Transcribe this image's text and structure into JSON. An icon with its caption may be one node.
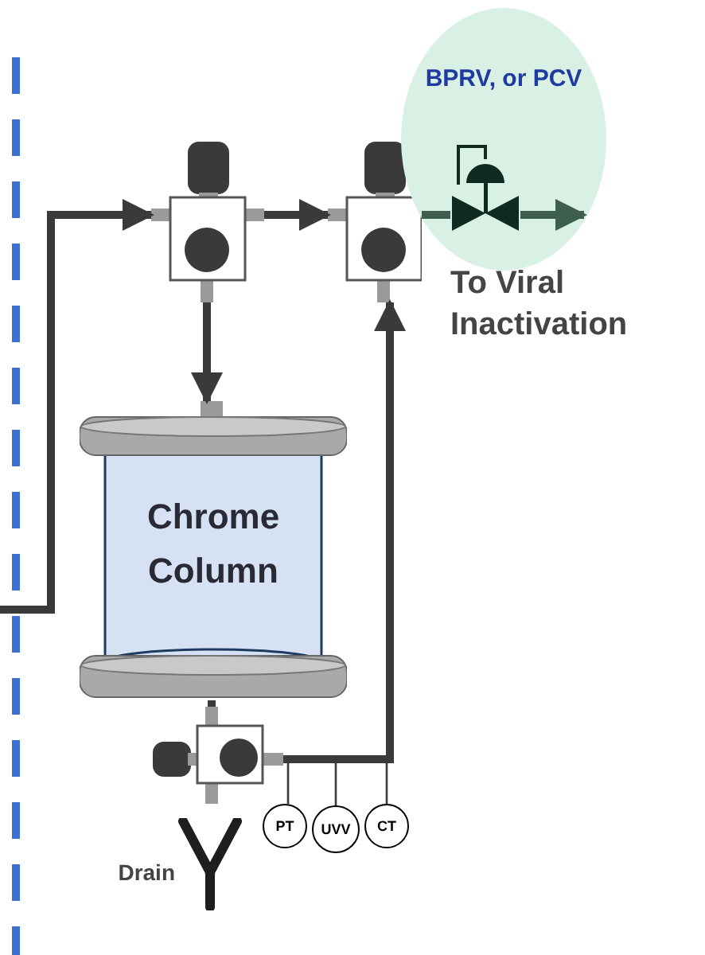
{
  "diagram": {
    "nodes": [
      {
        "text": [],
        "shape": "valve"
      },
      {
        "text": [],
        "shape": "valve"
      },
      {
        "text": [
          "Chrome Column"
        ]
      },
      {
        "text": [],
        "shape": "valve"
      },
      {
        "text": [
          "BPRV, or PCV"
        ]
      },
      {
        "text": [],
        "shape": "valve",
        "in": 4
      },
      {
        "text": [
          "PT"
        ]
      },
      {
        "text": [
          "UVV"
        ]
      },
      {
        "text": [
          "CT"
        ]
      },
      {
        "text": [],
        "shape": "drain",
        "beside": [
          "Drain"
        ]
      }
    ],
    "edges": [
      {
        "from": null,
        "to": 0,
        "arrow": "to"
      },
      {
        "from": 0,
        "to": 1,
        "arrow": "to"
      },
      {
        "from": 0,
        "to": 2,
        "arrow": "to"
      },
      {
        "from": 1,
        "to": 5,
        "arrow": "none",
        "color": "#3e5f4f"
      },
      {
        "from": 5,
        "to": null,
        "arrow": "to",
        "color": "#3e5f4f"
      },
      {
        "from": 2,
        "to": 3,
        "arrow": "none"
      },
      {
        "from": 3,
        "to": 1,
        "arrow": "to"
      },
      {
        "from": 3,
        "to": 6,
        "arrow": "none"
      },
      {
        "from": 3,
        "to": 7,
        "arrow": "none"
      },
      {
        "from": 3,
        "to": 8,
        "arrow": "none"
      }
    ],
    "labels": [
      "To Viral Inactivation"
    ]
  }
}
